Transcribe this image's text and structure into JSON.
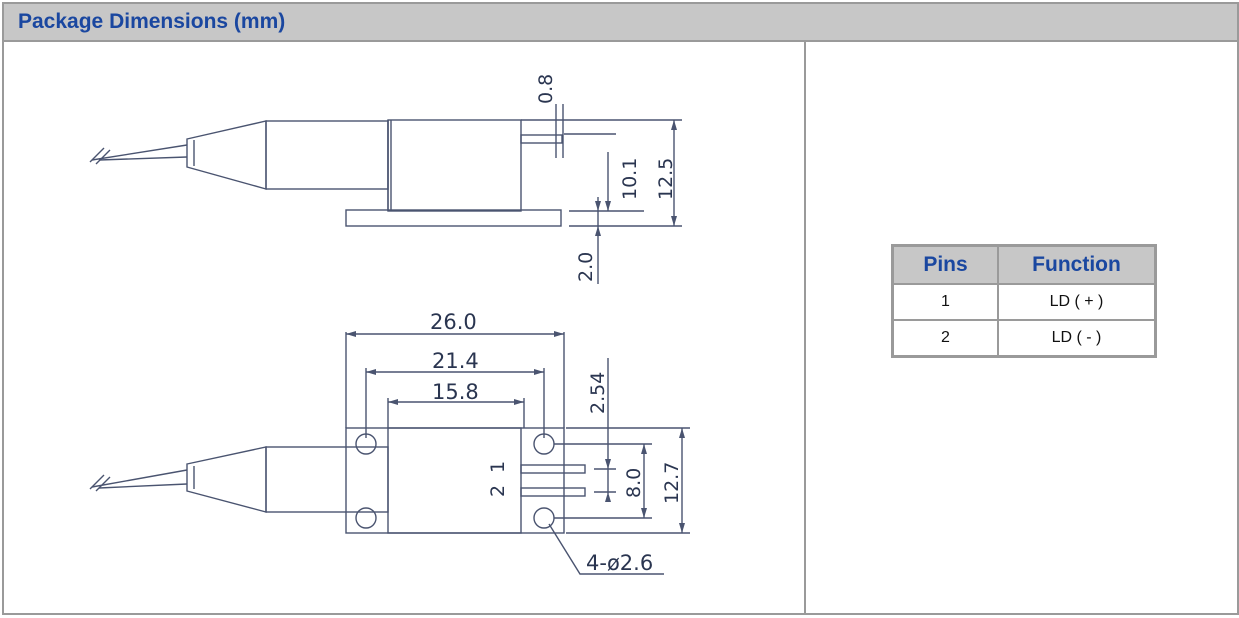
{
  "header": {
    "title": "Package Dimensions (mm)"
  },
  "drawing": {
    "side_view": {
      "dims": {
        "lead": "0.8",
        "body_height": "10.1",
        "total_height": "12.5",
        "base": "2.0"
      }
    },
    "top_view": {
      "dims": {
        "width_26": "26.0",
        "width_21": "21.4",
        "width_15": "15.8",
        "pitch": "2.54",
        "pin_span": "8.0",
        "height": "12.7",
        "holes": "4-ø2.6"
      },
      "pin_labels": {
        "pin1": "1",
        "pin2": "2"
      }
    }
  },
  "pins_table": {
    "headers": {
      "pins": "Pins",
      "function": "Function"
    },
    "rows": [
      {
        "pin": "1",
        "function": "LD ( + )"
      },
      {
        "pin": "2",
        "function": "LD ( - )"
      }
    ]
  },
  "colors": {
    "header_bg": "#c7c7c7",
    "header_text": "#1a47a0",
    "border": "#9a9a9a",
    "line": "#4a5470"
  }
}
